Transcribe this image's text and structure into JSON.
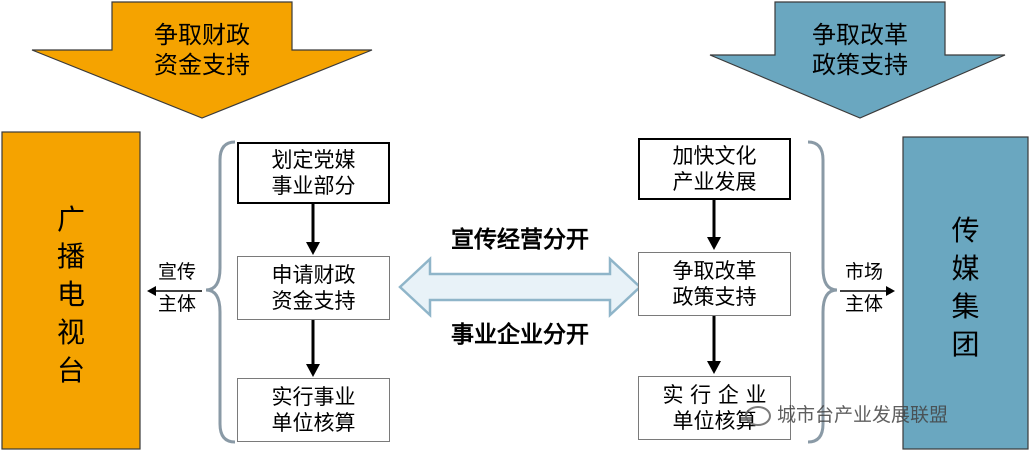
{
  "colors": {
    "orange": "#F5A300",
    "teal": "#6AA7C0",
    "bracket": "#8A9AA6",
    "arrow_fill": "#E8F2F8",
    "arrow_stroke": "#8FB5C9"
  },
  "top_left_arrow": {
    "text": "争取财政\n资金支持"
  },
  "top_right_arrow": {
    "text": "争取改革\n政策支持"
  },
  "left_panel": {
    "text": "广\n播\n电\n视\n台"
  },
  "right_panel": {
    "text": "传\n媒\n集\n团"
  },
  "left_flow": [
    {
      "text": "划定党媒\n事业部分"
    },
    {
      "text": "申请财政\n资金支持"
    },
    {
      "text": "实行事业\n单位核算"
    }
  ],
  "right_flow": [
    {
      "text": "加快文化\n产业发展"
    },
    {
      "text": "争取改革\n政策支持"
    },
    {
      "text": "实 行 企 业\n单位核算"
    }
  ],
  "left_label": {
    "text": "宣传\n主体"
  },
  "right_label": {
    "text": "市场\n主体"
  },
  "center_top": {
    "text": "宣传经营分开"
  },
  "center_bottom": {
    "text": "事业企业分开"
  },
  "watermark": {
    "text": "城市台产业发展联盟"
  }
}
